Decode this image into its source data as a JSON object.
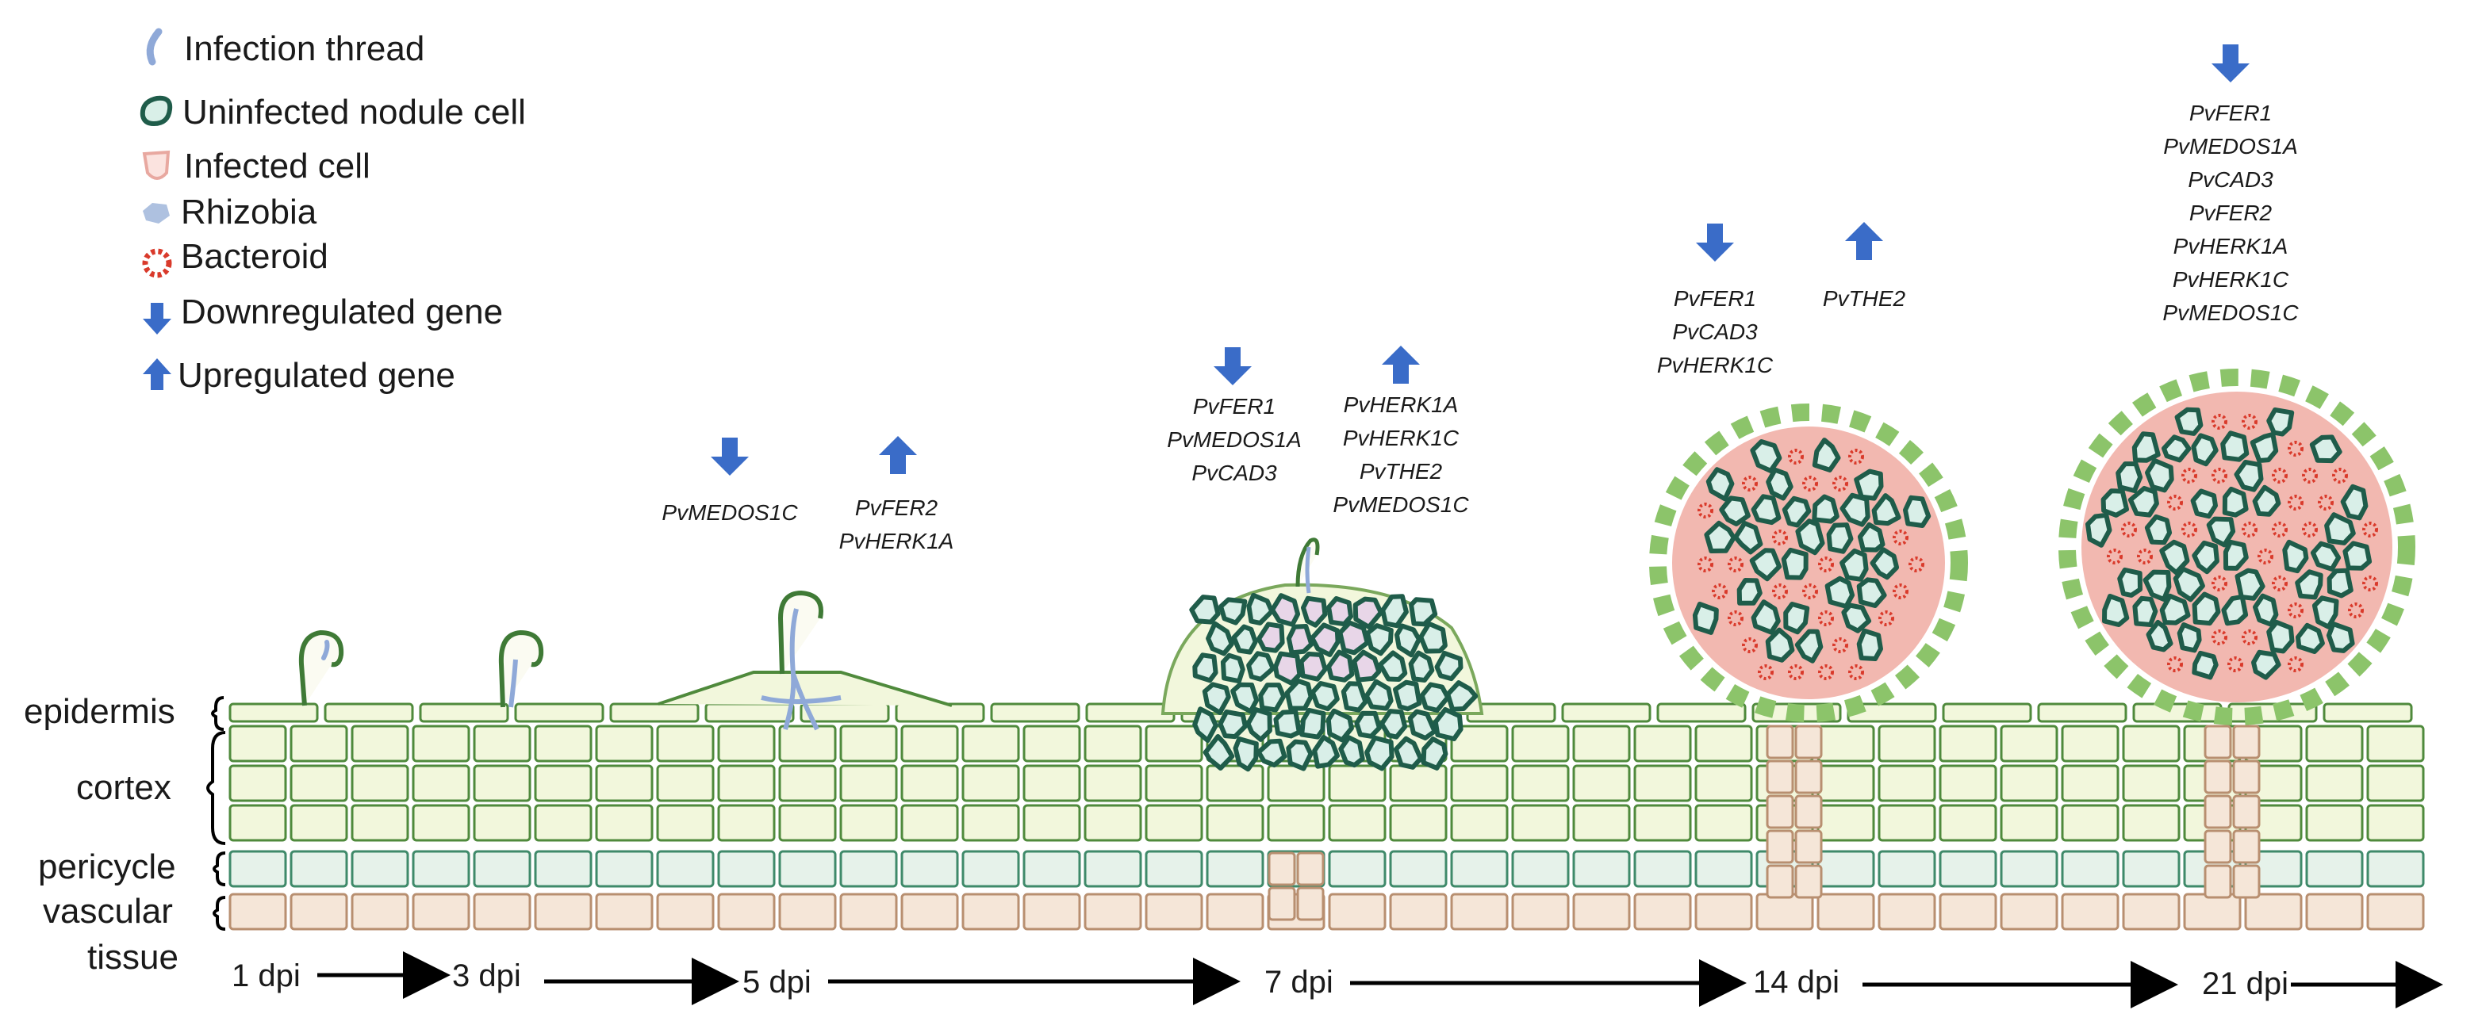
{
  "legend": [
    {
      "icon": "infection-thread-icon",
      "label": "Infection thread"
    },
    {
      "icon": "uninfected-cell-icon",
      "label": "Uninfected nodule cell"
    },
    {
      "icon": "infected-cell-icon",
      "label": "Infected cell"
    },
    {
      "icon": "rhizobia-icon",
      "label": "Rhizobia"
    },
    {
      "icon": "bacteroid-icon",
      "label": "Bacteroid"
    },
    {
      "icon": "down-arrow-icon",
      "label": "Downregulated gene"
    },
    {
      "icon": "up-arrow-icon",
      "label": "Upregulated gene"
    }
  ],
  "layers": {
    "epidermis": "epidermis",
    "cortex": "cortex",
    "pericycle": "pericycle",
    "vascular": "vascular",
    "tissue": "tissue"
  },
  "timeline": [
    "1 dpi",
    "3 dpi",
    "5 dpi",
    "7 dpi",
    "14 dpi",
    "21 dpi"
  ],
  "stages": {
    "dpi5": {
      "down": [
        "PvMEDOS1C"
      ],
      "up": [
        "PvFER2",
        "PvHERK1A"
      ]
    },
    "dpi7": {
      "down": [
        "PvFER1",
        "PvMEDOS1A",
        "PvCAD3"
      ],
      "up": [
        "PvHERK1A",
        "PvHERK1C",
        "PvTHE2",
        "PvMEDOS1C"
      ]
    },
    "dpi14": {
      "down": [
        "PvFER1",
        "PvCAD3",
        "PvHERK1C"
      ],
      "up": [
        "PvTHE2"
      ]
    },
    "dpi21": {
      "down": [
        "PvFER1",
        "PvMEDOS1A",
        "PvCAD3",
        "PvFER2",
        "PvHERK1A",
        "PvHERK1C",
        "PvMEDOS1C"
      ]
    }
  },
  "colors": {
    "cortex_fill": "#f2f7dc",
    "cortex_stroke": "#4f8a3c",
    "pericycle_fill": "#e6f2ea",
    "pericycle_stroke": "#3f8a6a",
    "vascular_fill": "#f5e6d8",
    "vascular_stroke": "#b88f70",
    "nodule_cell_fill": "#d9efe8",
    "nodule_cell_stroke": "#1f5c4a",
    "infected_fill": "#f0b8b0",
    "bacteroid": "#d93a2b",
    "thread": "#8fa9d8",
    "arrow_blue": "#3a6cc8",
    "dashed_green": "#8cc46a"
  }
}
